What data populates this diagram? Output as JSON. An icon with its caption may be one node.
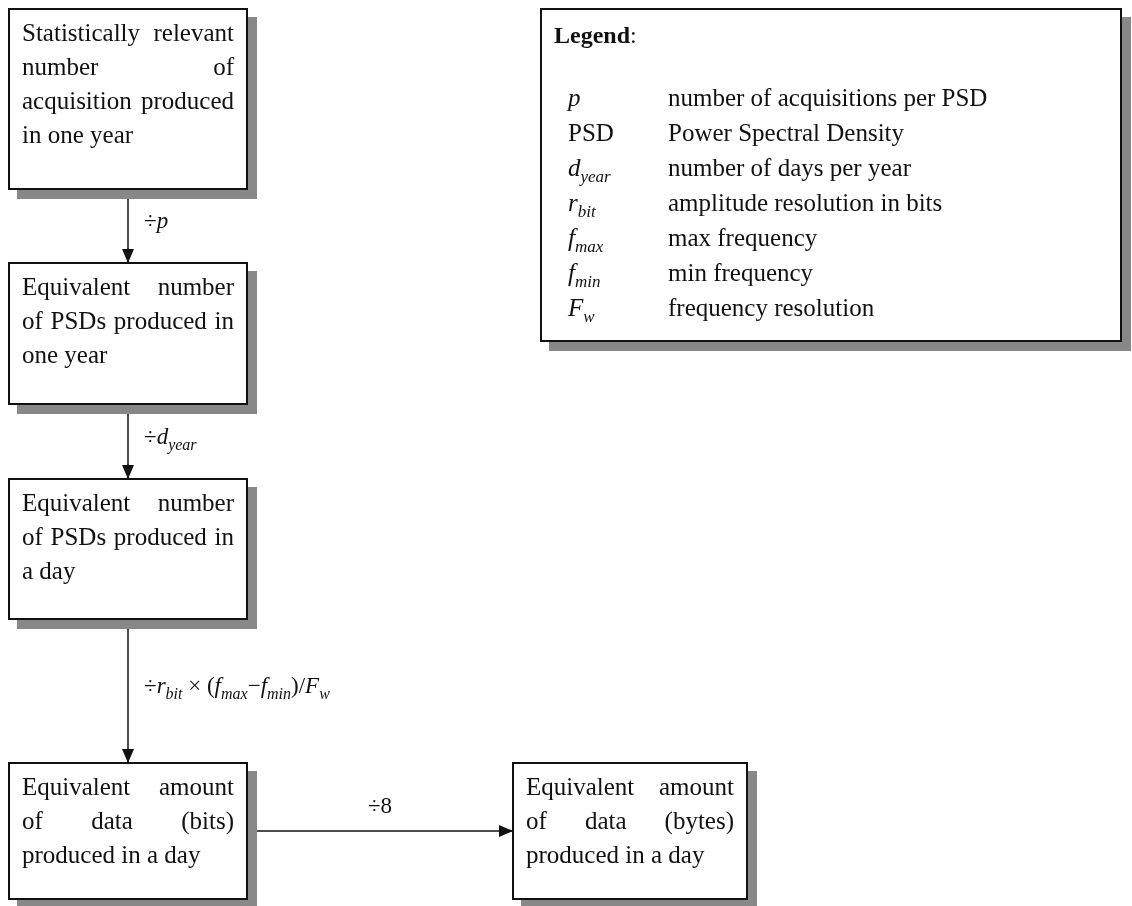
{
  "diagram": {
    "nodes": [
      {
        "text": [
          "Statistically relevant number of acquisition produced in one year"
        ]
      },
      {
        "text": [
          "Equivalent number of PSDs produced in one year"
        ]
      },
      {
        "text": [
          "Equivalent number of PSDs produced in a day"
        ]
      },
      {
        "text": [
          "Equivalent amount of data (bits) produced in a day"
        ]
      },
      {
        "text": [
          "Equivalent amount of data (bytes) produced in a day"
        ]
      },
      {
        "text": [
          "**Legend**:"
        ]
      }
    ],
    "edges": [
      {
        "from": 0,
        "to": 1,
        "arrow": "to",
        "label": "÷*p*"
      },
      {
        "from": 1,
        "to": 2,
        "arrow": "to",
        "label": "÷*d*$_{year}$"
      },
      {
        "from": 2,
        "to": 3,
        "arrow": "to",
        "label": "÷*r*$_{bit}$ × (*f*$_{max}$−*f*$_{min}$)/*F*$_{w}$"
      },
      {
        "from": 3,
        "to": 4,
        "arrow": "to",
        "label": "÷8"
      }
    ],
    "labels": [
      "*p*",
      "number of acquisitions per PSD",
      "PSD",
      "Power Spectral Density",
      "*d*$_{year}$",
      "number of days per year",
      "*r*$_{bit}$",
      "amplitude resolution in bits",
      "*f*$_{max}$",
      "max frequency",
      "*f*$_{min}$",
      "min frequency",
      "*F*$_{w}$",
      "frequency resolution"
    ]
  }
}
